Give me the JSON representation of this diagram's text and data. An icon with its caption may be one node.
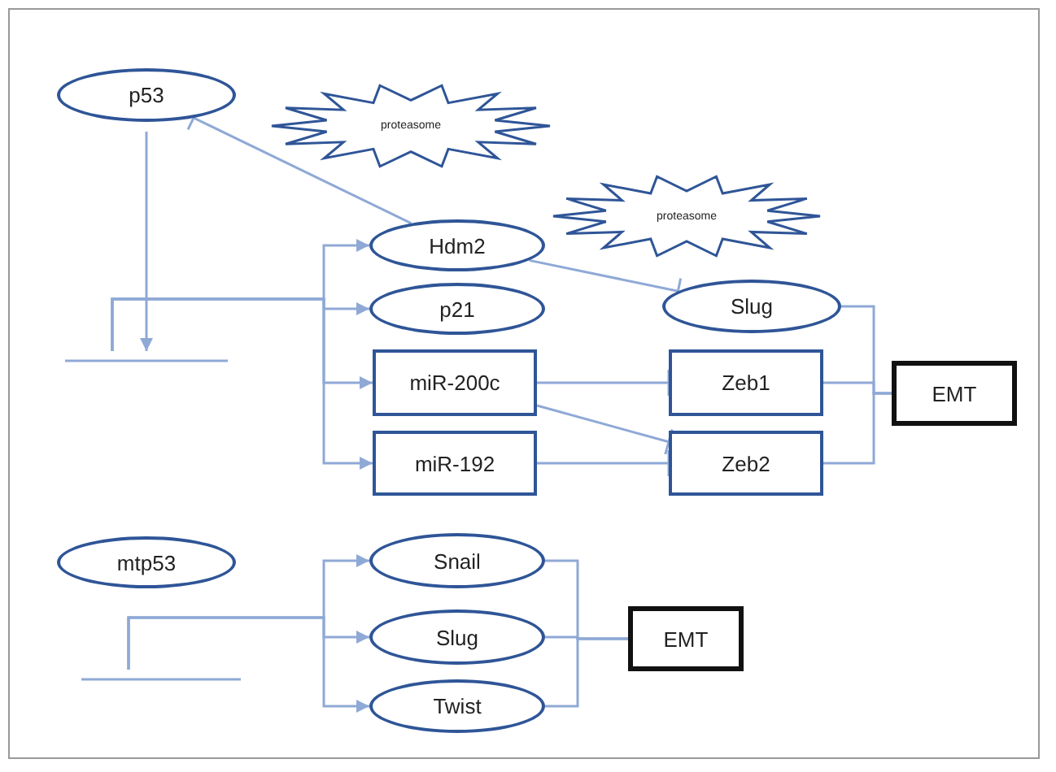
{
  "diagram": {
    "nodes": [
      {
        "text": [
          "p53"
        ]
      },
      {
        "text": [
          "proteasome"
        ]
      },
      {
        "text": [
          "proteasome"
        ]
      },
      {
        "text": [
          "Hdm2"
        ]
      },
      {
        "text": [],
        "shape": "line"
      },
      {
        "text": [
          "p21"
        ]
      },
      {
        "text": [
          "Slug"
        ]
      },
      {
        "text": [
          "miR-200c"
        ]
      },
      {
        "text": [
          "Zeb1"
        ]
      },
      {
        "text": [
          "EMT"
        ]
      },
      {
        "text": [
          "miR-192"
        ]
      },
      {
        "text": [
          "Zeb2"
        ]
      },
      {
        "text": [
          "mtp53"
        ]
      },
      {
        "text": [
          "Snail"
        ]
      },
      {
        "text": [],
        "shape": "line"
      },
      {
        "text": [
          "Slug"
        ]
      },
      {
        "text": [
          "EMT"
        ]
      },
      {
        "text": [
          "Twist"
        ]
      }
    ],
    "edges": [
      {
        "from": 0,
        "to": 4,
        "arrow": "to"
      },
      {
        "from": 3,
        "to": 0,
        "arrow": "other"
      },
      {
        "from": 3,
        "to": 6,
        "arrow": "other"
      },
      {
        "from": 4,
        "to": 3,
        "arrow": "to"
      },
      {
        "from": 4,
        "to": 5,
        "arrow": "to"
      },
      {
        "from": 4,
        "to": 7,
        "arrow": "to"
      },
      {
        "from": 4,
        "to": 10,
        "arrow": "to"
      },
      {
        "from": 7,
        "to": 8,
        "arrow": "other"
      },
      {
        "from": 7,
        "to": 11,
        "arrow": "other"
      },
      {
        "from": 10,
        "to": 11,
        "arrow": "other"
      },
      {
        "from": 6,
        "to": 9,
        "arrow": "none"
      },
      {
        "from": 8,
        "to": 9,
        "arrow": "none"
      },
      {
        "from": 11,
        "to": 9,
        "arrow": "none"
      },
      {
        "from": 14,
        "to": 13,
        "arrow": "to"
      },
      {
        "from": 14,
        "to": 15,
        "arrow": "to"
      },
      {
        "from": 14,
        "to": 17,
        "arrow": "to"
      },
      {
        "from": 13,
        "to": 16,
        "arrow": "none"
      },
      {
        "from": 15,
        "to": 16,
        "arrow": "none"
      },
      {
        "from": 17,
        "to": 16,
        "arrow": "none"
      }
    ]
  }
}
